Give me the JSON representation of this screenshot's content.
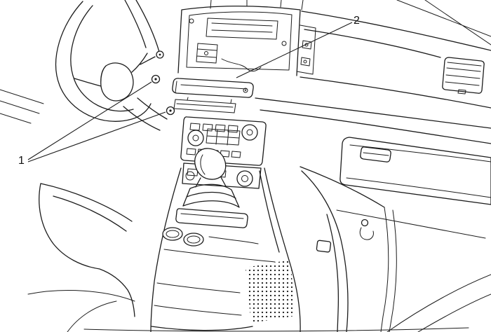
{
  "figure": {
    "kind": "technical-line-illustration",
    "background_color": "#ffffff",
    "line_color": "#1c1c1c",
    "callouts": [
      {
        "label": "1"
      },
      {
        "label": "2"
      }
    ]
  }
}
